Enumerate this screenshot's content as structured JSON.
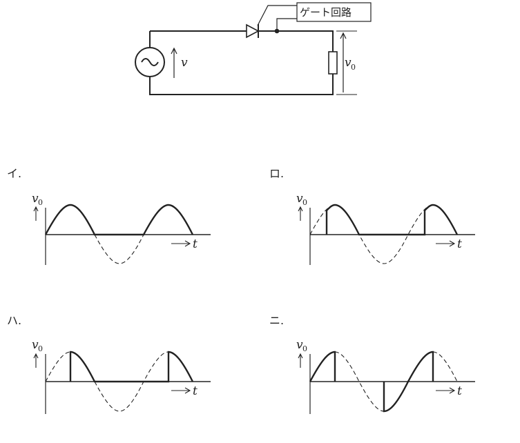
{
  "circuit": {
    "gate_label": "ゲート回路",
    "source_var": "v",
    "output_var": "v",
    "output_sub": "0"
  },
  "options": [
    {
      "id": "i",
      "label": "イ.",
      "y_var": "v",
      "y_sub": "0",
      "x_var": "t"
    },
    {
      "id": "ro",
      "label": "ロ.",
      "y_var": "v",
      "y_sub": "0",
      "x_var": "t"
    },
    {
      "id": "ha",
      "label": "ハ.",
      "y_var": "v",
      "y_sub": "0",
      "x_var": "t"
    },
    {
      "id": "ni",
      "label": "ニ.",
      "y_var": "v",
      "y_sub": "0",
      "x_var": "t"
    }
  ]
}
